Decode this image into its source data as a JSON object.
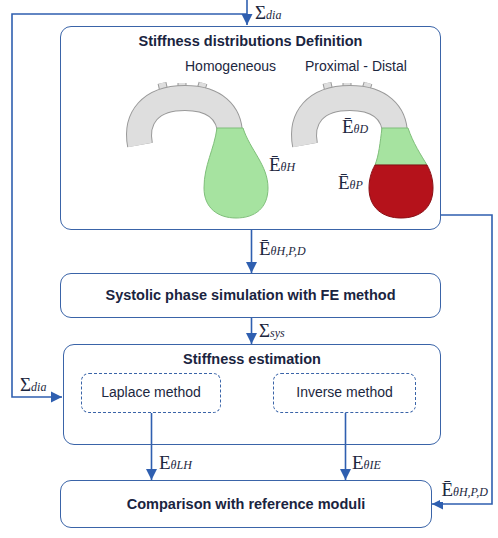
{
  "diagram": {
    "nodes": [
      {
        "text": [
          "Stiffness distributions Definition"
        ]
      },
      {
        "text": [
          "Systolic phase simulation with FE method"
        ]
      },
      {
        "text": [
          "Stiffness estimation"
        ]
      },
      {
        "text": [
          "Laplace method"
        ],
        "in": 2
      },
      {
        "text": [
          "Inverse method"
        ],
        "in": 2
      },
      {
        "text": [
          "Comparison with reference moduli"
        ]
      }
    ],
    "edges": [
      {
        "from": 0,
        "to": 1,
        "arrow": "to",
        "label": "ĒθH,P,D"
      },
      {
        "from": 1,
        "to": 2,
        "arrow": "to",
        "label": "Σsys"
      },
      {
        "from": 3,
        "to": 5,
        "arrow": "to",
        "label": "EθLH"
      },
      {
        "from": 4,
        "to": 5,
        "arrow": "to",
        "label": "EθIE"
      },
      {
        "from": 0,
        "to": 5,
        "arrow": "to",
        "label": "ĒθH,P,D"
      }
    ],
    "labels": [
      "Σdia",
      "Σdia",
      "Homogeneous",
      "Proximal - Distal",
      "ĒθH",
      "ĒθD",
      "ĒθP"
    ]
  }
}
